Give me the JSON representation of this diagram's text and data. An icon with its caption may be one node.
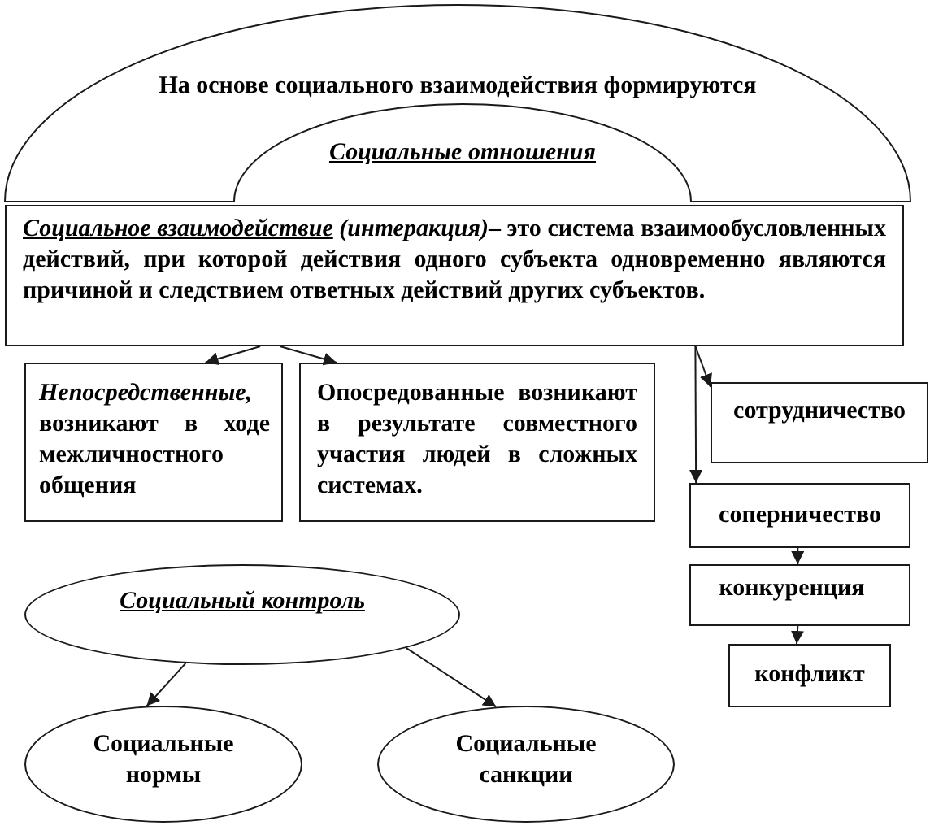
{
  "diagram": {
    "nodes": [
      {
        "text": [
          "На основе социального взаимодействия формируются"
        ]
      },
      {
        "text": [
          "Социальные отношения"
        ],
        "in": 0
      },
      {
        "text": [
          "*Социальное взаимодействие* *(интеракция)*– это система взаимообусловленных действий, при которой действия одного субъекта одновременно являются причиной и следствием ответных действий других субъектов."
        ]
      },
      {
        "text": [
          "*Непосредственные,* возникают в ходе межличностного общения"
        ]
      },
      {
        "text": [
          "Опосредованные возникают в результате совместного участия людей в сложных системах."
        ]
      },
      {
        "text": [
          "сотрудничество"
        ]
      },
      {
        "text": [
          "соперничество"
        ]
      },
      {
        "text": [
          "конкуренция"
        ]
      },
      {
        "text": [
          "конфликт"
        ]
      },
      {
        "text": [
          "Социальный контроль"
        ]
      },
      {
        "text": [
          "Социальные нормы"
        ]
      },
      {
        "text": [
          "Социальные санкции"
        ]
      }
    ],
    "edges": [
      {
        "from": 2,
        "to": 3,
        "arrow": "to"
      },
      {
        "from": 2,
        "to": 4,
        "arrow": "to"
      },
      {
        "from": 2,
        "to": 5,
        "arrow": "to"
      },
      {
        "from": 2,
        "to": 6,
        "arrow": "to"
      },
      {
        "from": 6,
        "to": 7,
        "arrow": "to"
      },
      {
        "from": 7,
        "to": 8,
        "arrow": "to"
      },
      {
        "from": 9,
        "to": 10,
        "arrow": "to"
      },
      {
        "from": 9,
        "to": 11,
        "arrow": "to"
      }
    ]
  }
}
